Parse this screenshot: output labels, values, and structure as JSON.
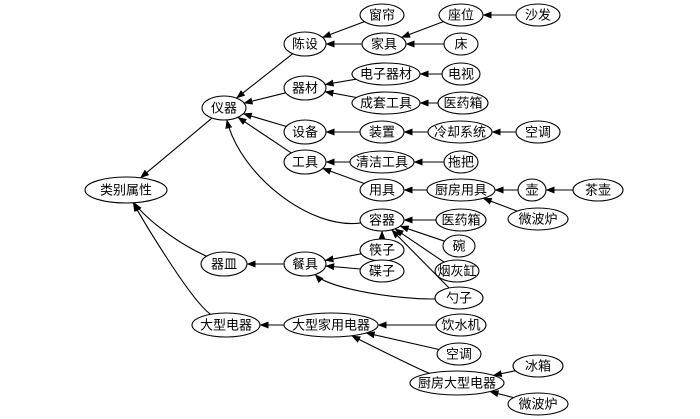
{
  "diagram": {
    "nodes": [
      {
        "id": "leibie",
        "label": "类别属性"
      },
      {
        "id": "yiqi",
        "label": "仪器"
      },
      {
        "id": "qimin",
        "label": "器皿"
      },
      {
        "id": "dxdq",
        "label": "大型电器"
      },
      {
        "id": "chenshe",
        "label": "陈设"
      },
      {
        "id": "qicai",
        "label": "器材"
      },
      {
        "id": "shebei",
        "label": "设备"
      },
      {
        "id": "gongju",
        "label": "工具"
      },
      {
        "id": "chuanglian",
        "label": "窗帘"
      },
      {
        "id": "jiaju",
        "label": "家具"
      },
      {
        "id": "zuowei",
        "label": "座位"
      },
      {
        "id": "shafa",
        "label": "沙发"
      },
      {
        "id": "chuang",
        "label": "床"
      },
      {
        "id": "dzqc",
        "label": "电子器材"
      },
      {
        "id": "dianshi",
        "label": "电视"
      },
      {
        "id": "cthgj",
        "label": "成套工具"
      },
      {
        "id": "yyx1",
        "label": "医药箱"
      },
      {
        "id": "zhuangzhi",
        "label": "装置"
      },
      {
        "id": "lqxt",
        "label": "冷却系统"
      },
      {
        "id": "kt1",
        "label": "空调"
      },
      {
        "id": "qjgj",
        "label": "清洁工具"
      },
      {
        "id": "tuoba",
        "label": "拖把"
      },
      {
        "id": "yongju",
        "label": "用具"
      },
      {
        "id": "cfyj",
        "label": "厨房用具"
      },
      {
        "id": "hu",
        "label": "壶"
      },
      {
        "id": "chahu",
        "label": "茶壶"
      },
      {
        "id": "wbl1",
        "label": "微波炉"
      },
      {
        "id": "rongqi",
        "label": "容器"
      },
      {
        "id": "yyx2",
        "label": "医药箱"
      },
      {
        "id": "wan",
        "label": "碗"
      },
      {
        "id": "yhg",
        "label": "烟灰缸"
      },
      {
        "id": "shaozi",
        "label": "勺子"
      },
      {
        "id": "canju",
        "label": "餐具"
      },
      {
        "id": "kuaizi",
        "label": "筷子"
      },
      {
        "id": "diezi",
        "label": "碟子"
      },
      {
        "id": "dxjydq",
        "label": "大型家用电器"
      },
      {
        "id": "yinshuiji",
        "label": "饮水机"
      },
      {
        "id": "kt2",
        "label": "空调"
      },
      {
        "id": "cfdxdq",
        "label": "厨房大型电器"
      },
      {
        "id": "bingxiang",
        "label": "冰箱"
      },
      {
        "id": "wbl2",
        "label": "微波炉"
      }
    ],
    "edges": [
      {
        "from": "yiqi",
        "to": "leibie"
      },
      {
        "from": "qimin",
        "to": "leibie"
      },
      {
        "from": "dxdq",
        "to": "leibie"
      },
      {
        "from": "chenshe",
        "to": "yiqi"
      },
      {
        "from": "qicai",
        "to": "yiqi"
      },
      {
        "from": "shebei",
        "to": "yiqi"
      },
      {
        "from": "gongju",
        "to": "yiqi"
      },
      {
        "from": "rongqi",
        "to": "yiqi"
      },
      {
        "from": "chuanglian",
        "to": "chenshe"
      },
      {
        "from": "jiaju",
        "to": "chenshe"
      },
      {
        "from": "zuowei",
        "to": "jiaju"
      },
      {
        "from": "chuang",
        "to": "jiaju"
      },
      {
        "from": "shafa",
        "to": "zuowei"
      },
      {
        "from": "dzqc",
        "to": "qicai"
      },
      {
        "from": "cthgj",
        "to": "qicai"
      },
      {
        "from": "dianshi",
        "to": "dzqc"
      },
      {
        "from": "yyx1",
        "to": "cthgj"
      },
      {
        "from": "zhuangzhi",
        "to": "shebei"
      },
      {
        "from": "lqxt",
        "to": "zhuangzhi"
      },
      {
        "from": "kt1",
        "to": "lqxt"
      },
      {
        "from": "qjgj",
        "to": "gongju"
      },
      {
        "from": "yongju",
        "to": "gongju"
      },
      {
        "from": "tuoba",
        "to": "qjgj"
      },
      {
        "from": "cfyj",
        "to": "yongju"
      },
      {
        "from": "hu",
        "to": "cfyj"
      },
      {
        "from": "wbl1",
        "to": "cfyj"
      },
      {
        "from": "chahu",
        "to": "hu"
      },
      {
        "from": "yyx2",
        "to": "rongqi"
      },
      {
        "from": "wan",
        "to": "rongqi"
      },
      {
        "from": "yhg",
        "to": "rongqi"
      },
      {
        "from": "shaozi",
        "to": "rongqi"
      },
      {
        "from": "kuaizi",
        "to": "rongqi"
      },
      {
        "from": "canju",
        "to": "qimin"
      },
      {
        "from": "kuaizi",
        "to": "canju"
      },
      {
        "from": "diezi",
        "to": "canju"
      },
      {
        "from": "shaozi",
        "to": "canju"
      },
      {
        "from": "dxjydq",
        "to": "dxdq"
      },
      {
        "from": "yinshuiji",
        "to": "dxjydq"
      },
      {
        "from": "kt2",
        "to": "dxjydq"
      },
      {
        "from": "cfdxdq",
        "to": "dxjydq"
      },
      {
        "from": "bingxiang",
        "to": "cfdxdq"
      },
      {
        "from": "wbl2",
        "to": "cfdxdq"
      }
    ]
  }
}
